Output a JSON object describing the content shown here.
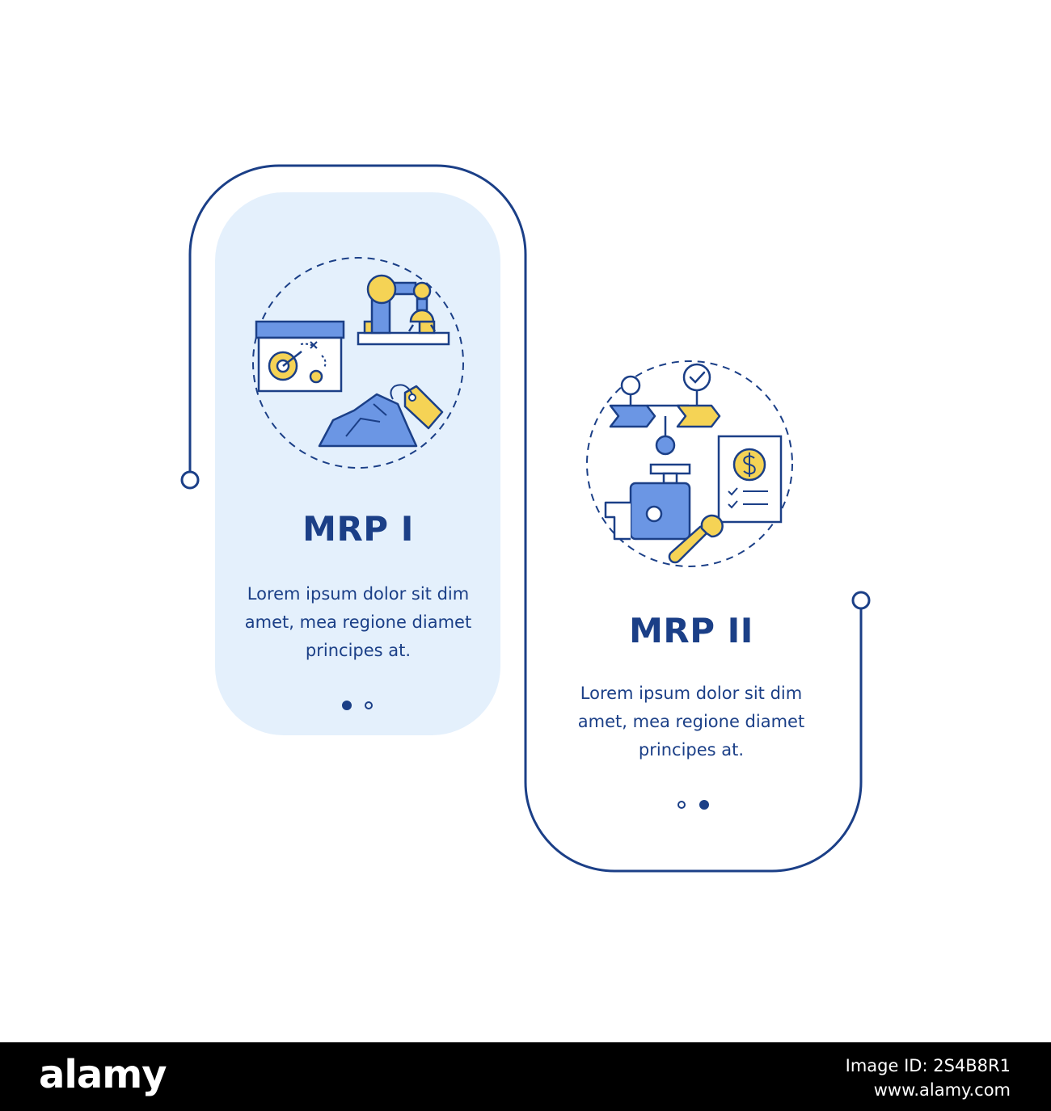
{
  "colors": {
    "navy": "#1b3f87",
    "panel_fill": "#e4f0fc",
    "blue_fill": "#6b96e4",
    "yellow_fill": "#f5d355",
    "background": "#ffffff"
  },
  "steps": [
    {
      "title": "MRP I",
      "description": "Lorem ipsum dolor sit dim amet, mea regione diamet principes at.",
      "active_dot": 1,
      "icons": [
        "strategy-board-icon",
        "robotic-arm-icon",
        "raw-materials-icon",
        "price-tag-icon"
      ]
    },
    {
      "title": "MRP II",
      "description": "Lorem ipsum dolor sit dim amet, mea regione diamet principes at.",
      "active_dot": 2,
      "icons": [
        "process-flow-icon",
        "checkmark-icon",
        "invoice-dollar-icon",
        "engine-wrench-icon"
      ]
    }
  ],
  "footer": {
    "brand": "alamy",
    "image_id": "Image ID: 2S4B8R1",
    "url": "www.alamy.com"
  }
}
